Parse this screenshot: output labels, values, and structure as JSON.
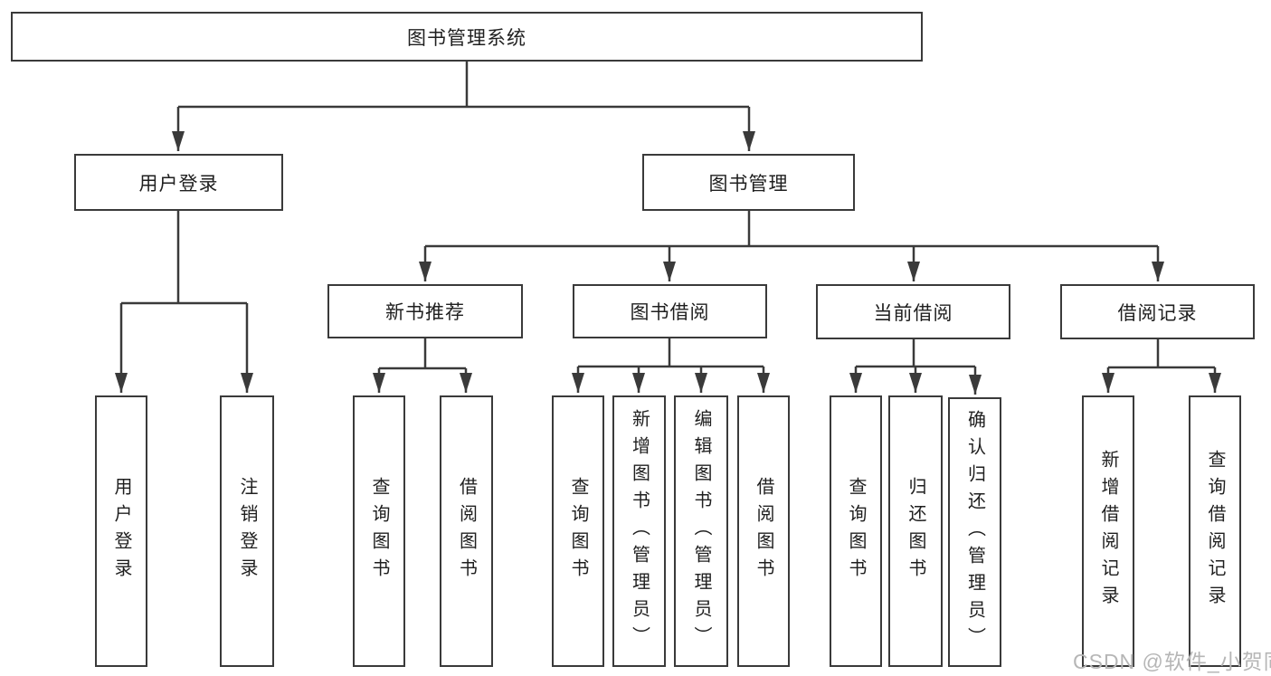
{
  "diagram": {
    "type": "hierarchy-tree",
    "colors": {
      "line": "#3a3a3a",
      "box_border": "#3a3a3a",
      "box_fill": "#ffffff",
      "text": "#1f1f1f",
      "watermark": "#b6b6b6",
      "background": "#ffffff"
    },
    "tree": {
      "root": {
        "label": "图书管理系统"
      },
      "children": [
        {
          "label": "用户登录",
          "children": [
            {
              "label": "用户登录"
            },
            {
              "label": "注销登录"
            }
          ]
        },
        {
          "label": "图书管理",
          "children": [
            {
              "label": "新书推荐",
              "children": [
                {
                  "label": "查询图书"
                },
                {
                  "label": "借阅图书"
                }
              ]
            },
            {
              "label": "图书借阅",
              "children": [
                {
                  "label": "查询图书"
                },
                {
                  "label": "新增图书（管理员）"
                },
                {
                  "label": "编辑图书（管理员）"
                },
                {
                  "label": "借阅图书"
                }
              ]
            },
            {
              "label": "当前借阅",
              "children": [
                {
                  "label": "查询图书"
                },
                {
                  "label": "归还图书"
                },
                {
                  "label": "确认归还（管理员）"
                }
              ]
            },
            {
              "label": "借阅记录",
              "children": [
                {
                  "label": "新增借阅记录"
                },
                {
                  "label": "查询借阅记录"
                }
              ]
            }
          ]
        }
      ]
    },
    "watermark": {
      "text": "CSDN @软件_小贺同学"
    }
  }
}
